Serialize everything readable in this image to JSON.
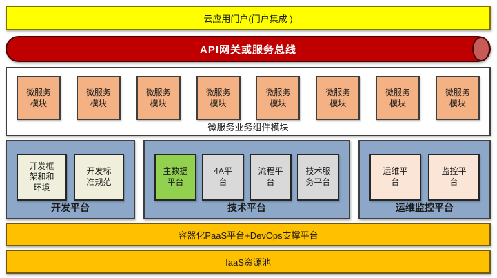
{
  "portal": {
    "label": "云应用门户(门户集成 )"
  },
  "api_bus": {
    "label": "API网关或服务总线"
  },
  "microservices": {
    "container_label": "微服务业务组件模块",
    "modules": [
      {
        "label": "微服务\n模块"
      },
      {
        "label": "微服务\n模块"
      },
      {
        "label": "微服务\n模块"
      },
      {
        "label": "微服务\n模块"
      },
      {
        "label": "微服务\n模块"
      },
      {
        "label": "微服务\n模块"
      },
      {
        "label": "微服务\n模块"
      },
      {
        "label": "微服务\n模块"
      }
    ]
  },
  "platforms": [
    {
      "name": "开发平台",
      "boxes": [
        {
          "label": "开发框\n架和和\n环境",
          "color": "#EFEFDC"
        },
        {
          "label": "开发标\n准规范",
          "color": "#EFEFDC"
        }
      ]
    },
    {
      "name": "技术平台",
      "boxes": [
        {
          "label": "主数据\n平台",
          "color": "#92D050"
        },
        {
          "label": "4A平\n台",
          "color": "#D9D9D9"
        },
        {
          "label": "流程平\n台",
          "color": "#D9D9D9"
        },
        {
          "label": "技术服\n务平台",
          "color": "#D9D9D9"
        }
      ]
    },
    {
      "name": "运维监控平台",
      "boxes": [
        {
          "label": "运维平\n台",
          "color": "#FBE5D6"
        },
        {
          "label": "监控平\n台",
          "color": "#FBE5D6"
        }
      ]
    }
  ],
  "paas_bar": {
    "label": "容器化PaaS平台+DevOps支撑平台"
  },
  "iaas_bar": {
    "label": "IaaS资源池"
  },
  "colors": {
    "portal_bg": "#FFFF00",
    "api_body": "#C00000",
    "api_cap": "#C75B57",
    "module_bg": "#F4B183",
    "panel_bg": "#8DA7C9",
    "infra_bar_bg": "#FFC000"
  }
}
